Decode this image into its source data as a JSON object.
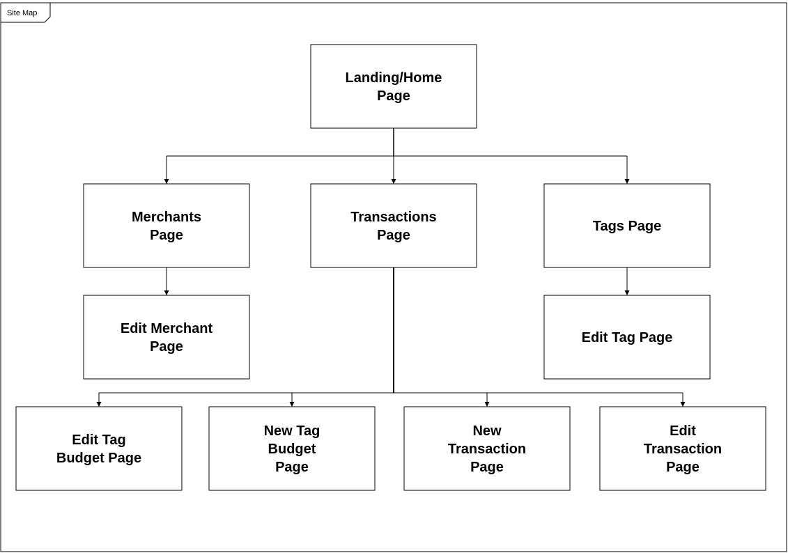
{
  "diagram": {
    "frame_label": "Site Map",
    "colors": {
      "stroke": "#000000",
      "fill": "#ffffff",
      "text": "#000000"
    },
    "nodes": [
      {
        "id": "landing-home-page",
        "lines": [
          "Landing/Home",
          "Page"
        ]
      },
      {
        "id": "merchants-page",
        "lines": [
          "Merchants",
          "Page"
        ]
      },
      {
        "id": "transactions-page",
        "lines": [
          "Transactions",
          "Page"
        ]
      },
      {
        "id": "tags-page",
        "lines": [
          "Tags Page"
        ]
      },
      {
        "id": "edit-merchant-page",
        "lines": [
          "Edit Merchant",
          "Page"
        ]
      },
      {
        "id": "edit-tag-page",
        "lines": [
          "Edit Tag Page"
        ]
      },
      {
        "id": "edit-tag-budget-page",
        "lines": [
          "Edit Tag",
          "Budget Page"
        ]
      },
      {
        "id": "new-tag-budget-page",
        "lines": [
          "New Tag",
          "Budget",
          "Page"
        ]
      },
      {
        "id": "new-transaction-page",
        "lines": [
          "New",
          "Transaction",
          "Page"
        ]
      },
      {
        "id": "edit-transaction-page",
        "lines": [
          "Edit",
          "Transaction",
          "Page"
        ]
      }
    ],
    "edges": [
      {
        "from": "landing-home-page",
        "to": "merchants-page"
      },
      {
        "from": "landing-home-page",
        "to": "transactions-page"
      },
      {
        "from": "landing-home-page",
        "to": "tags-page"
      },
      {
        "from": "merchants-page",
        "to": "edit-merchant-page"
      },
      {
        "from": "tags-page",
        "to": "edit-tag-page"
      },
      {
        "from": "transactions-page",
        "to": "edit-tag-budget-page"
      },
      {
        "from": "transactions-page",
        "to": "new-tag-budget-page"
      },
      {
        "from": "transactions-page",
        "to": "new-transaction-page"
      },
      {
        "from": "transactions-page",
        "to": "edit-transaction-page"
      }
    ]
  }
}
